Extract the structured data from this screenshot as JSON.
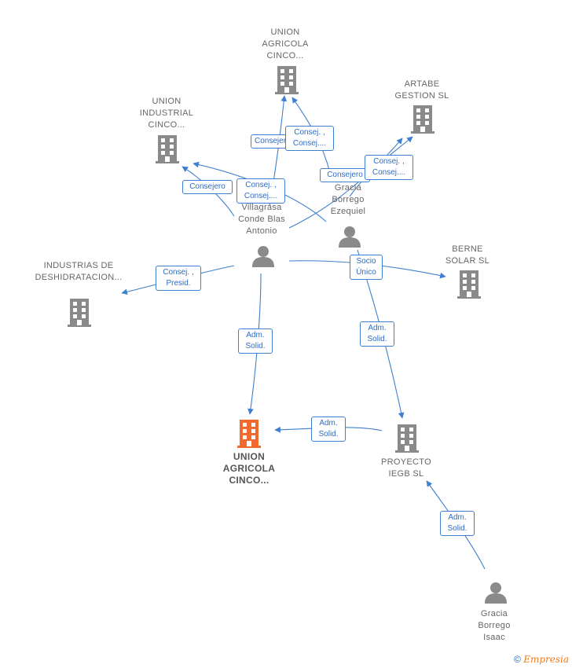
{
  "colors": {
    "edge": "#3f7fcf",
    "node": "#8a8a8a",
    "focus": "#f26a2e"
  },
  "nodes": {
    "union_agricola_top": "UNION AGRICOLA CINCO...",
    "artabe": "ARTABE GESTION  SL",
    "union_industrial": "UNION INDUSTRIAL CINCO...",
    "industrias": "INDUSTRIAS DE DESHIDRATACION...",
    "berne": "BERNE SOLAR SL",
    "union_agricola_focus": "UNION AGRICOLA CINCO...",
    "proyecto": "PROYECTO IEGB  SL",
    "villagrasa": "Villagrasa Conde Blas Antonio",
    "gracia_ezequiel": "Gracia Borrego Ezequiel",
    "gracia_isaac": "Gracia Borrego Isaac"
  },
  "edges": {
    "e1": "Consejero",
    "e2": "Consej. , Consej....",
    "e3": "Consejero",
    "e4": "Consej. , Consej....",
    "e5": "Consejero",
    "e6": "Consej. , Consej....",
    "e7": "Consej. , Presid.",
    "e8": "Socio Único",
    "e9": "Adm. Solid.",
    "e10": "Adm. Solid.",
    "e11": "Adm. Solid.",
    "e12": "Adm. Solid."
  },
  "footer": {
    "copyright": "©",
    "brand": "Empresia"
  }
}
